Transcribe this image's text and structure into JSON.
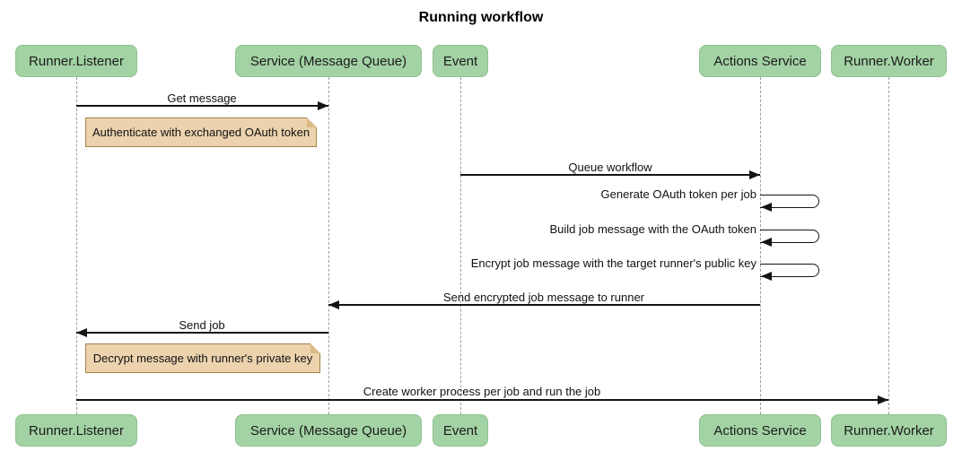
{
  "title": "Running workflow",
  "diagram_type": "sequence",
  "colors": {
    "background": "#ffffff",
    "actor_fill": "#a3d3a4",
    "actor_border": "#8fc290",
    "actor_text": "#1b1b1b",
    "note_fill": "#ecd3ae",
    "note_border": "#a08348",
    "note_fold": "#dcba88",
    "lifeline": "#9e9e9e",
    "arrow": "#141414"
  },
  "actors": [
    {
      "label": "Runner.Listener"
    },
    {
      "label": "Service (Message Queue)"
    },
    {
      "label": "Event"
    },
    {
      "label": "Actions Service"
    },
    {
      "label": "Runner.Worker"
    }
  ],
  "messages": [
    {
      "label": "Get message",
      "from": "Runner.Listener",
      "to": "Service (Message Queue)",
      "kind": "arrow"
    },
    {
      "label": "Queue workflow",
      "from": "Event",
      "to": "Actions Service",
      "kind": "arrow"
    },
    {
      "label": "Generate OAuth token per job",
      "from": "Actions Service",
      "to": "Actions Service",
      "kind": "self"
    },
    {
      "label": "Build job message with the OAuth token",
      "from": "Actions Service",
      "to": "Actions Service",
      "kind": "self"
    },
    {
      "label": "Encrypt job message with the target runner's public key",
      "from": "Actions Service",
      "to": "Actions Service",
      "kind": "self"
    },
    {
      "label": "Send encrypted job message to runner",
      "from": "Actions Service",
      "to": "Service (Message Queue)",
      "kind": "arrow"
    },
    {
      "label": "Send job",
      "from": "Service (Message Queue)",
      "to": "Runner.Listener",
      "kind": "arrow"
    },
    {
      "label": "Create worker process per job and run the job",
      "from": "Runner.Listener",
      "to": "Runner.Worker",
      "kind": "arrow"
    }
  ],
  "notes": [
    {
      "label": "Authenticate with exchanged OAuth token",
      "anchor": "right of Runner.Listener"
    },
    {
      "label": "Decrypt message with runner's private key",
      "anchor": "right of Runner.Listener"
    }
  ]
}
